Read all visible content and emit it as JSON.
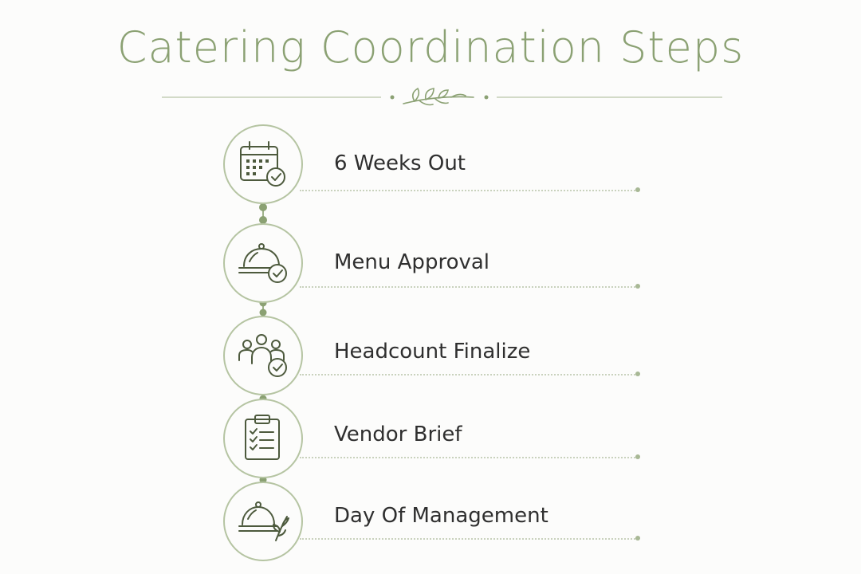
{
  "title": "Catering Coordination Steps",
  "colors": {
    "accent": "#8ba173",
    "circle_border": "#b5c4a2",
    "icon_stroke": "#4d5a3d",
    "connector": "#9fb28a",
    "text": "#2f2f2f"
  },
  "steps": [
    {
      "label": "6 Weeks Out",
      "icon": "calendar-check-icon"
    },
    {
      "label": "Menu Approval",
      "icon": "cloche-check-icon"
    },
    {
      "label": "Headcount Finalize",
      "icon": "people-check-icon"
    },
    {
      "label": "Vendor Brief",
      "icon": "clipboard-checklist-icon"
    },
    {
      "label": "Day Of Management",
      "icon": "cloche-sprig-icon"
    }
  ]
}
